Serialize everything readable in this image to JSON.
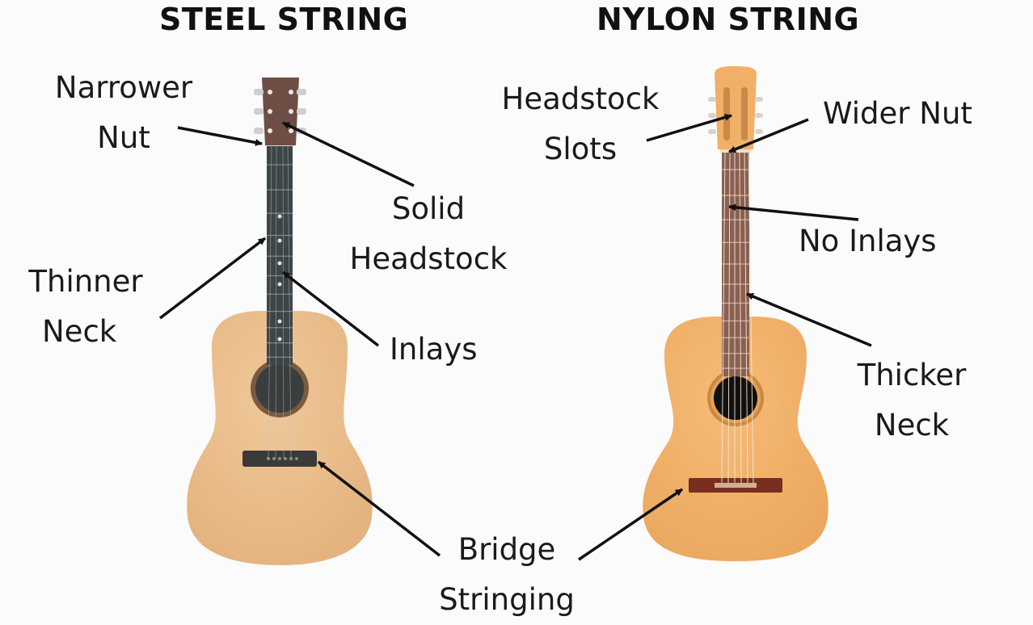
{
  "titles": {
    "steel": "STEEL STRING",
    "nylon": "NYLON STRING"
  },
  "labels": {
    "narrower_nut": [
      "Narrower",
      "Nut"
    ],
    "solid_headstock": [
      "Solid",
      "Headstock"
    ],
    "thinner_neck": [
      "Thinner",
      "Neck"
    ],
    "inlays": [
      "Inlays"
    ],
    "headstock_slots": [
      "Headstock",
      "Slots"
    ],
    "wider_nut": [
      "Wider Nut"
    ],
    "no_inlays": [
      "No Inlays"
    ],
    "thicker_neck": [
      "Thicker",
      "Neck"
    ],
    "bridge_stringing": [
      "Bridge",
      "Stringing"
    ]
  },
  "colors": {
    "steel_body": "#e8bb86",
    "nylon_body": "#f0b068",
    "steel_headstock": "#6e4e44",
    "nylon_headstock": "#f0b068",
    "fretboard_steel": "#3d4548",
    "fretboard_nylon": "#8a6052",
    "soundhole_steel": "#3a3e3f",
    "soundhole_nylon": "#111111",
    "bridge_steel": "#3a3a3a",
    "bridge_nylon": "#7a2e20",
    "arrow": "#111111"
  }
}
